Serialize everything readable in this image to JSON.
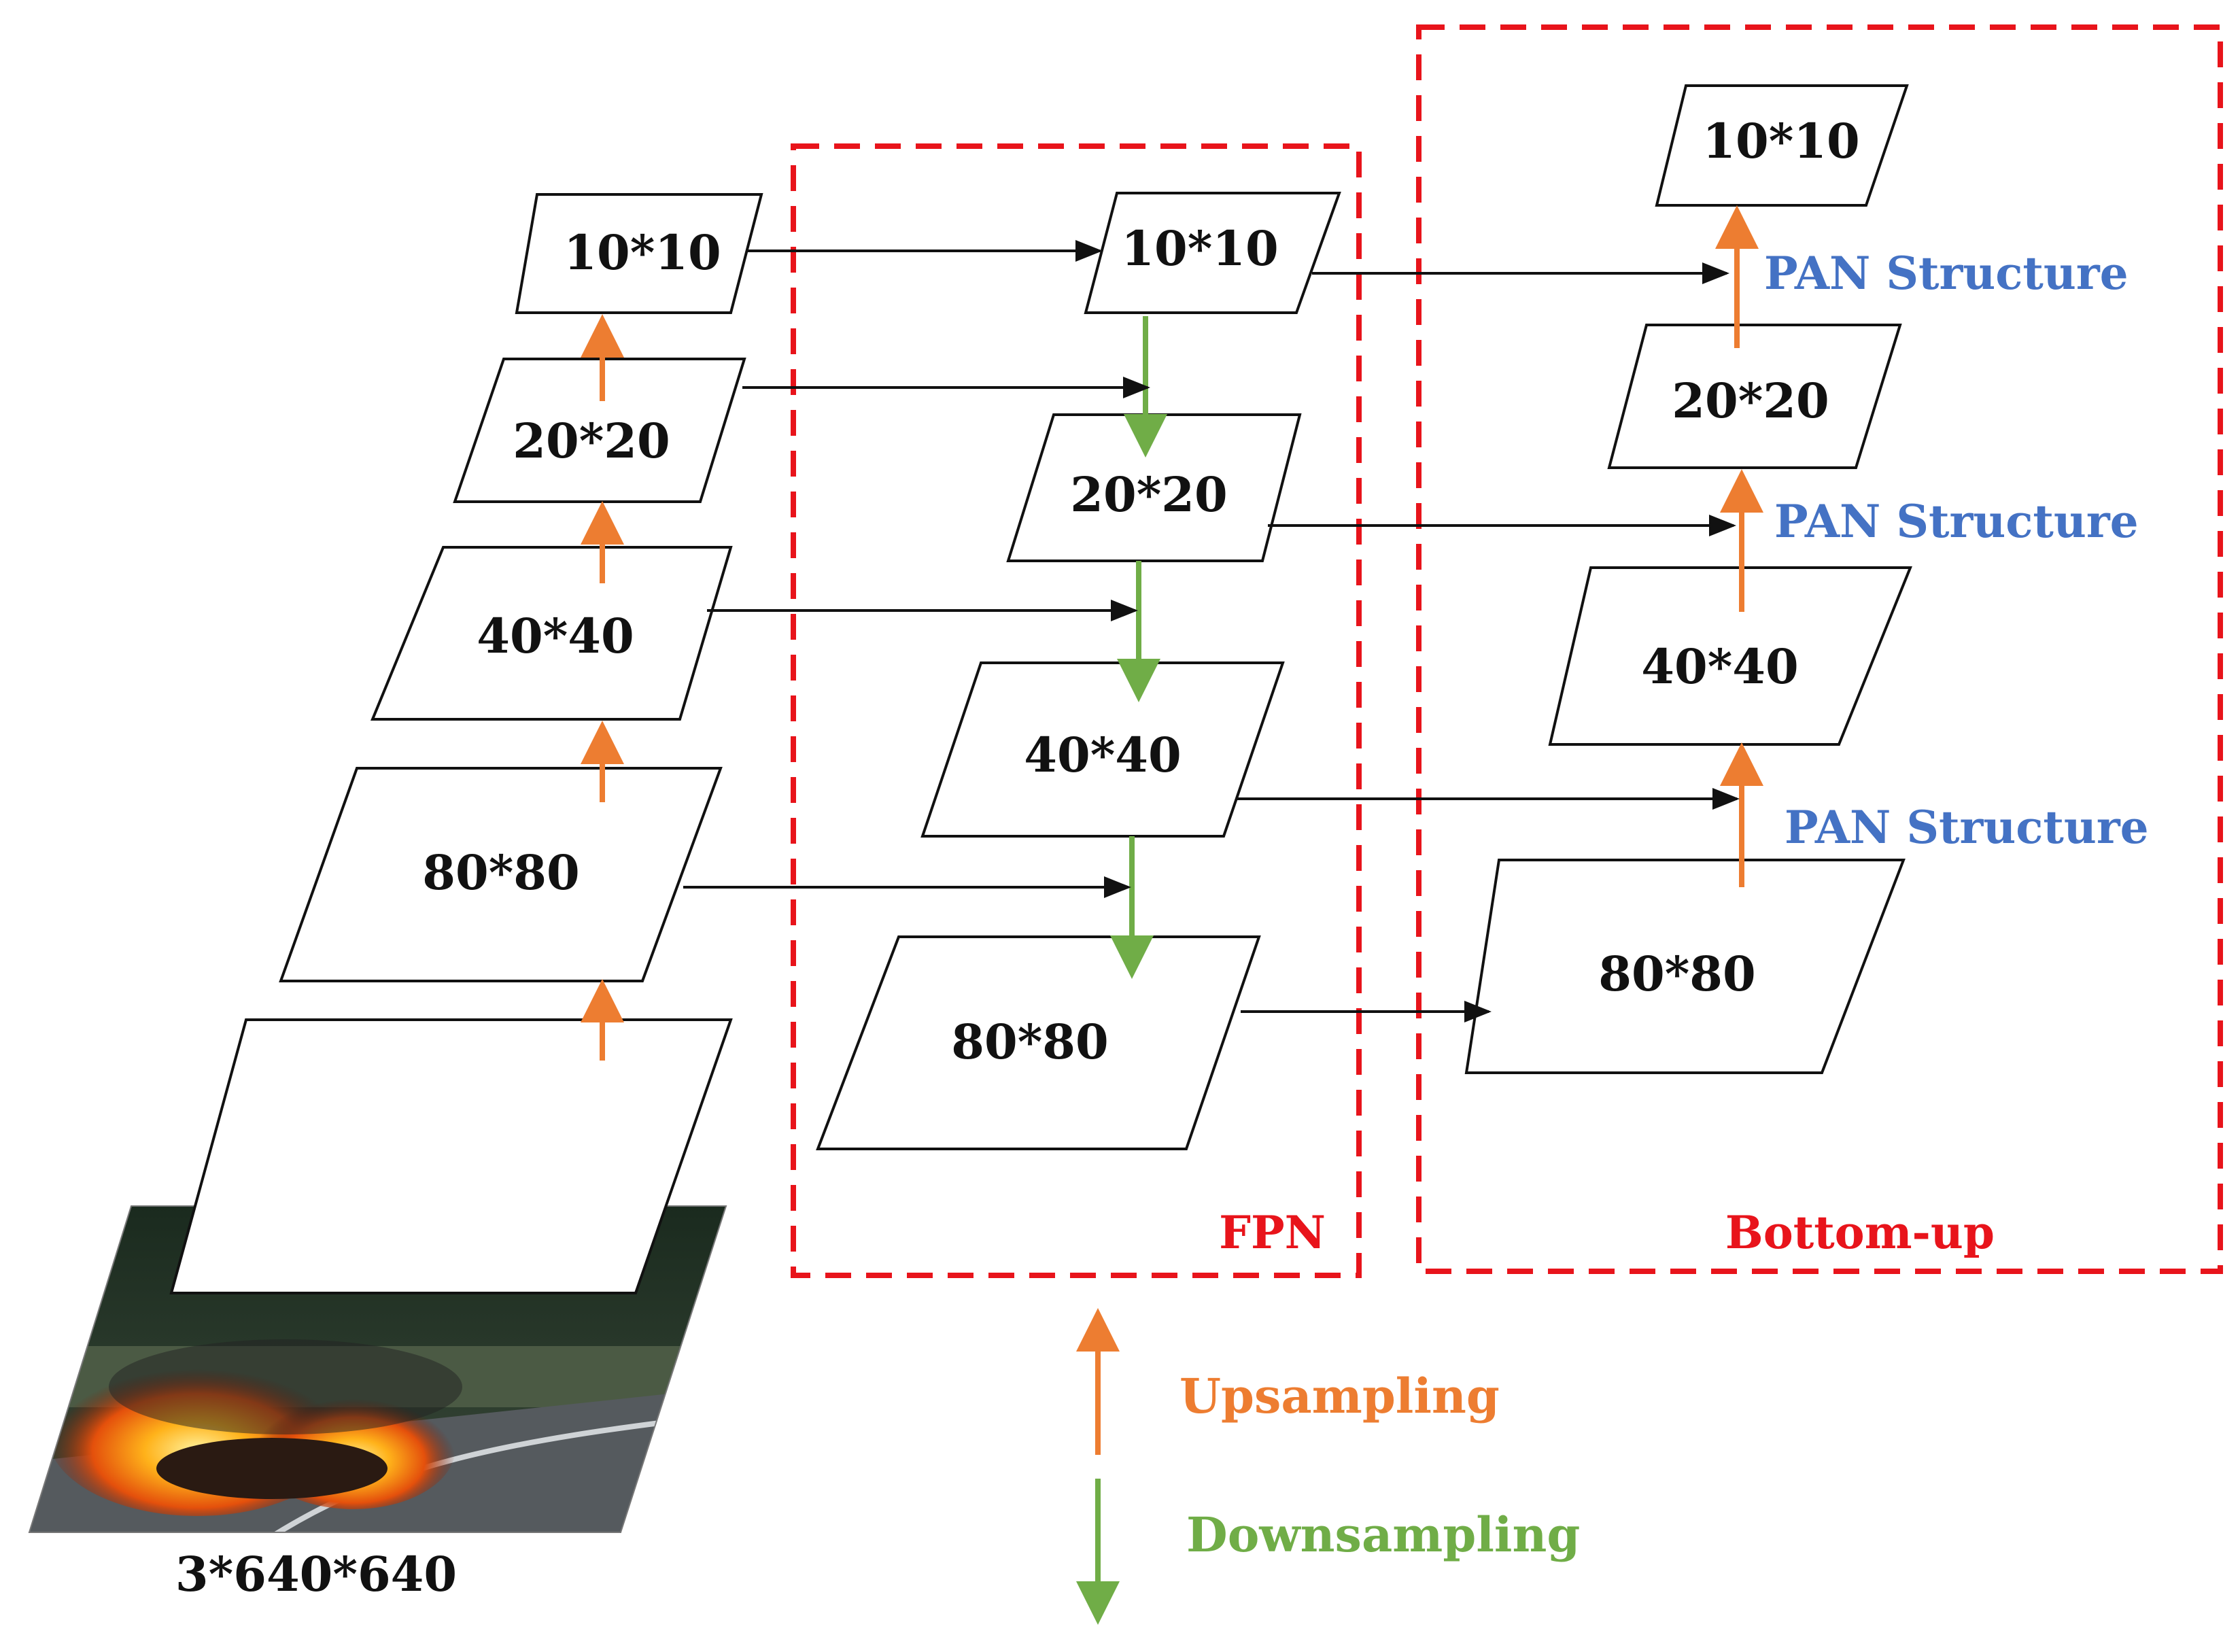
{
  "backbone": {
    "input_label": "3*640*640",
    "levels": [
      "80*80",
      "40*40",
      "20*20",
      "10*10"
    ]
  },
  "fpn": {
    "title": "FPN",
    "levels": [
      "10*10",
      "20*20",
      "40*40",
      "80*80"
    ]
  },
  "bottom_up": {
    "title": "Bottom-up",
    "levels": [
      "80*80",
      "40*40",
      "20*20",
      "10*10"
    ],
    "pan_labels": [
      "PAN Structure",
      "PAN Structure",
      "PAN Structure"
    ]
  },
  "legend": {
    "upsampling": "Upsampling",
    "downsampling": "Downsampling"
  },
  "colors": {
    "upsampling": "#ED7D31",
    "downsampling": "#70AD47",
    "region_border": "#E8141B",
    "pan_text": "#4472C4",
    "lateral_arrow": "#111111"
  },
  "icons": {
    "input_image": "burning-car-photo"
  }
}
